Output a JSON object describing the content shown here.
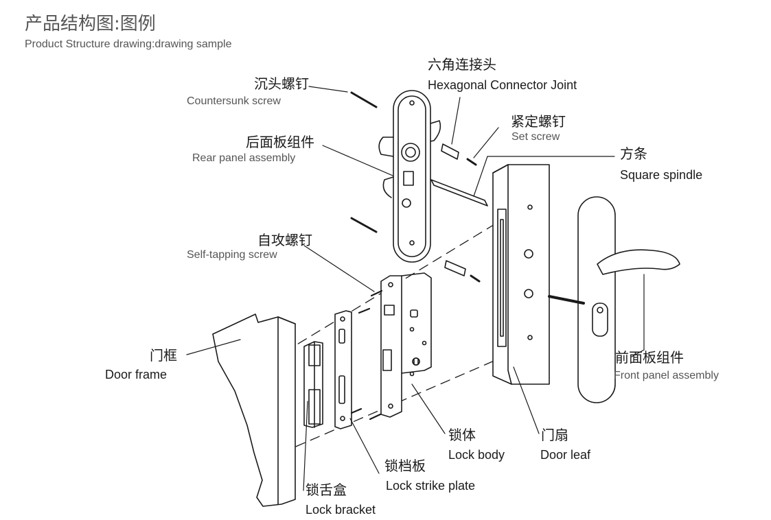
{
  "title": {
    "cn": "产品结构图:图例",
    "en": "Product Structure drawing:drawing sample"
  },
  "labels": {
    "hex_joint": {
      "cn": "六角连接头",
      "en": "Hexagonal Connector Joint"
    },
    "countersunk": {
      "cn": "沉头螺钉",
      "en": "Countersunk screw"
    },
    "set_screw": {
      "cn": "紧定螺钉",
      "en": "Set screw"
    },
    "rear_panel": {
      "cn": "后面板组件",
      "en": "Rear panel assembly"
    },
    "spindle": {
      "cn": "方条",
      "en": "Square spindle"
    },
    "self_tap": {
      "cn": "自攻螺钉",
      "en": "Self-tapping screw"
    },
    "door_frame": {
      "cn": "门框",
      "en": "Door frame"
    },
    "front_panel": {
      "cn": "前面板组件",
      "en": "Front panel assembly"
    },
    "lock_body": {
      "cn": "锁体",
      "en": "Lock body"
    },
    "door_leaf": {
      "cn": "门扇",
      "en": "Door leaf"
    },
    "strike_plate": {
      "cn": "锁档板",
      "en": "Lock strike plate"
    },
    "bracket": {
      "cn": "锁舌盒",
      "en": "Lock bracket"
    }
  }
}
